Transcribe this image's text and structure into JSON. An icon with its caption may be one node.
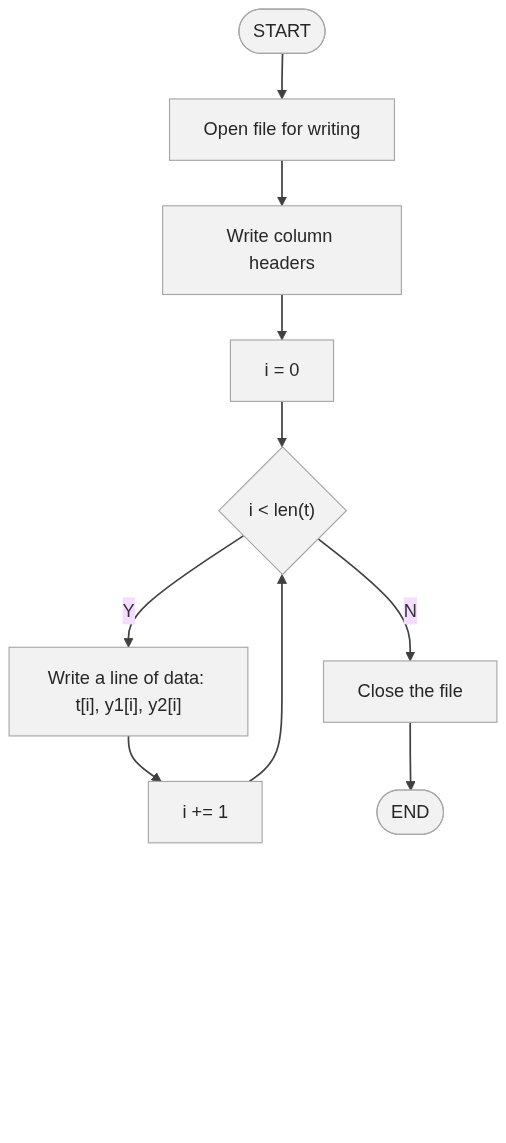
{
  "diagram": {
    "nodes": [
      {
        "text": [
          "START"
        ]
      },
      {
        "text": [
          "Open file for writing"
        ]
      },
      {
        "text": [
          "Write column headers"
        ]
      },
      {
        "text": [
          "i = 0"
        ]
      },
      {
        "text": [
          "i < len(t)"
        ]
      },
      {
        "text": [
          "Write a line of data: t[i], y1[i], y2[i]"
        ]
      },
      {
        "text": [
          "i += 1"
        ]
      },
      {
        "text": [
          "Close the file"
        ]
      },
      {
        "text": [
          "END"
        ]
      }
    ],
    "edges": [
      {
        "from": 0,
        "to": 1,
        "arrow": "to"
      },
      {
        "from": 1,
        "to": 2,
        "arrow": "to"
      },
      {
        "from": 2,
        "to": 3,
        "arrow": "to"
      },
      {
        "from": 3,
        "to": 4,
        "arrow": "to"
      },
      {
        "from": 4,
        "to": 5,
        "arrow": "to",
        "label": "Y"
      },
      {
        "from": 4,
        "to": 7,
        "arrow": "to",
        "label": "N"
      },
      {
        "from": 5,
        "to": 6,
        "arrow": "to"
      },
      {
        "from": 6,
        "to": 4,
        "arrow": "to"
      },
      {
        "from": 7,
        "to": 8,
        "arrow": "to"
      }
    ]
  }
}
